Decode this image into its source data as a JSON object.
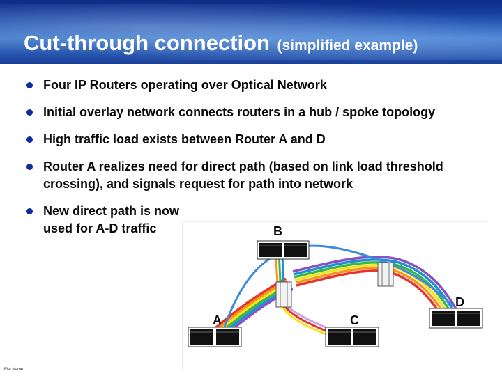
{
  "slide": {
    "title_main": "Cut-through connection",
    "title_sub": "(simplified example)",
    "footer_filename": "File Name"
  },
  "bullets": [
    {
      "text": "Four IP Routers operating over Optical Network"
    },
    {
      "text": "Initial overlay network connects routers in a hub / spoke topology"
    },
    {
      "text": "High traffic load exists between Router A and D"
    },
    {
      "text": "Router A realizes need for direct path (based on link load threshold crossing), and signals request for path into network"
    },
    {
      "text": "New direct path is now used for A-D traffic"
    }
  ],
  "diagram": {
    "routers": [
      {
        "label": "A"
      },
      {
        "label": "B"
      },
      {
        "label": "C"
      },
      {
        "label": "D"
      }
    ],
    "colors": {
      "header_dark": "#0d2a86",
      "bullet": "#0c2da0",
      "rainbow": [
        "#e8322c",
        "#f7931e",
        "#f4e31a",
        "#3bb54a",
        "#1e8fd6",
        "#8a4fc2"
      ],
      "direct_path": "#3a8be0",
      "spoke_c": "#c9a3e6"
    }
  }
}
